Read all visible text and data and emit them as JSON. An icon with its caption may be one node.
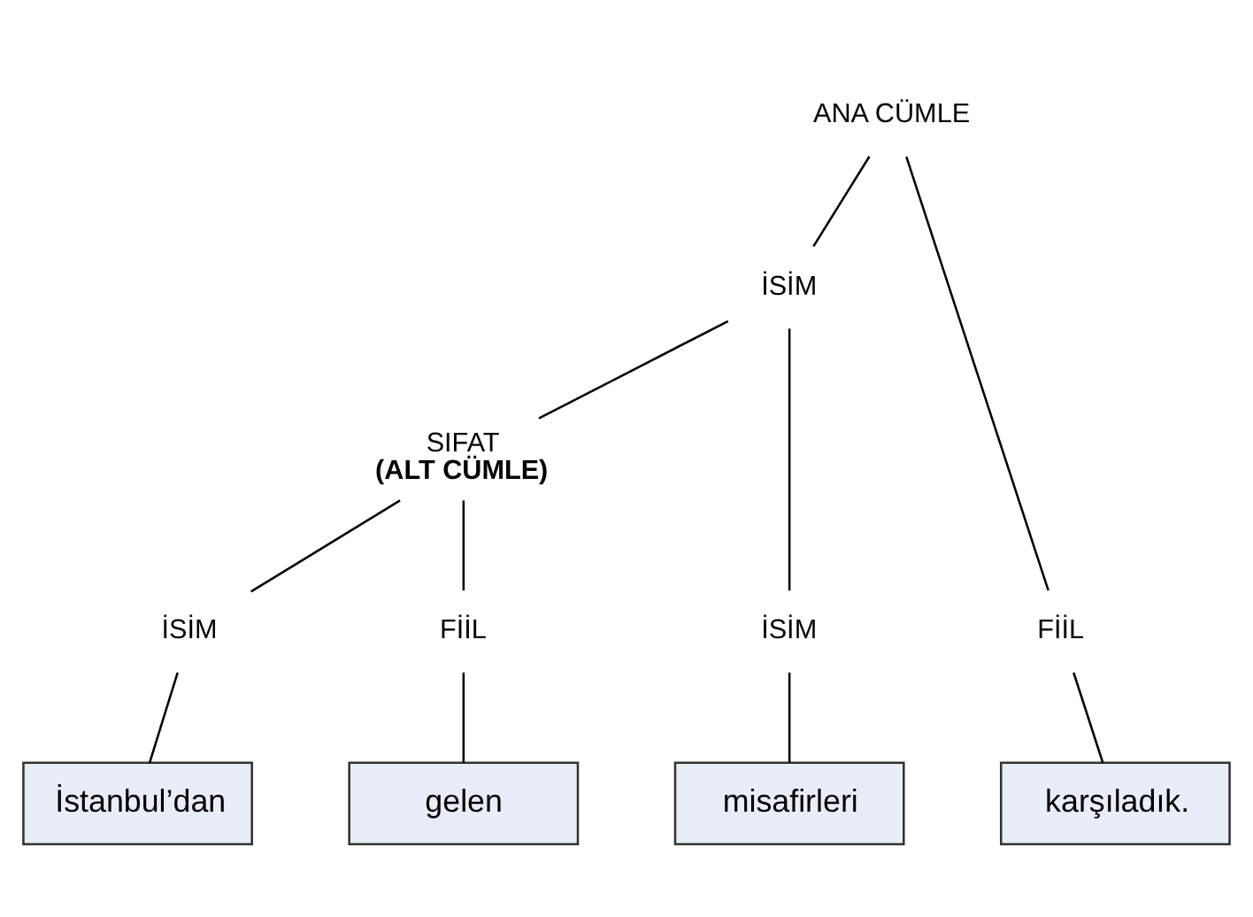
{
  "diagram": {
    "nodes": [
      {
        "text": [
          "ANA CÜMLE"
        ]
      },
      {
        "text": [
          "İSİM"
        ]
      },
      {
        "text": [
          "SIFAT",
          "(ALT CÜMLE)"
        ]
      },
      {
        "text": [
          "İSİM"
        ]
      },
      {
        "text": [
          "FİİL"
        ]
      },
      {
        "text": [
          "İSİM"
        ]
      },
      {
        "text": [
          "FİİL"
        ]
      },
      {
        "text": [
          "İstanbul’dan"
        ]
      },
      {
        "text": [
          "gelen"
        ]
      },
      {
        "text": [
          "misafirleri"
        ]
      },
      {
        "text": [
          "karşıladık."
        ]
      }
    ],
    "edges": [
      {
        "from": 0,
        "to": 1,
        "arrow": "none"
      },
      {
        "from": 0,
        "to": 6,
        "arrow": "none"
      },
      {
        "from": 1,
        "to": 2,
        "arrow": "none"
      },
      {
        "from": 1,
        "to": 5,
        "arrow": "none"
      },
      {
        "from": 2,
        "to": 3,
        "arrow": "none"
      },
      {
        "from": 2,
        "to": 4,
        "arrow": "none"
      },
      {
        "from": 3,
        "to": 7,
        "arrow": "none"
      },
      {
        "from": 4,
        "to": 8,
        "arrow": "none"
      },
      {
        "from": 5,
        "to": 9,
        "arrow": "none"
      },
      {
        "from": 6,
        "to": 10,
        "arrow": "none"
      }
    ]
  }
}
